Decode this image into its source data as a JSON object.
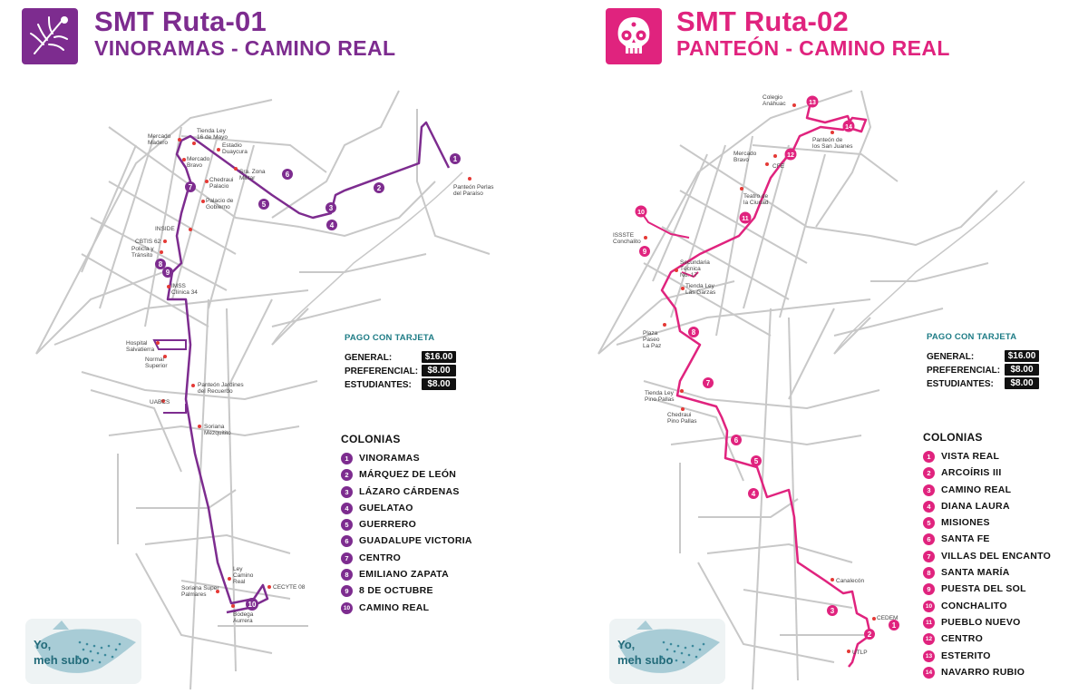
{
  "colors": {
    "route1": "#7d2c8f",
    "route2": "#e0237e",
    "stop_dot": "#e53935",
    "fare_heading": "#1e7c86",
    "streets": "#c8c8c8"
  },
  "routes": [
    {
      "title": "SMT Ruta-01",
      "subtitle": "VINORAMAS - CAMINO REAL",
      "icon": "agave-leaf-icon",
      "fare": {
        "heading": "PAGO CON TARJETA",
        "rows": [
          {
            "label": "GENERAL:",
            "price": "$16.00"
          },
          {
            "label": "PREFERENCIAL:",
            "price": "$8.00"
          },
          {
            "label": "ESTUDIANTES:",
            "price": "$8.00"
          }
        ]
      },
      "colonias_title": "COLONIAS",
      "colonias": [
        {
          "n": "1",
          "name": "VINORAMAS"
        },
        {
          "n": "2",
          "name": "MÁRQUEZ DE LEÓN"
        },
        {
          "n": "3",
          "name": "LÁZARO CÁRDENAS"
        },
        {
          "n": "4",
          "name": "GUELATAO"
        },
        {
          "n": "5",
          "name": "GUERRERO"
        },
        {
          "n": "6",
          "name": "GUADALUPE VICTORIA"
        },
        {
          "n": "7",
          "name": "CENTRO"
        },
        {
          "n": "8",
          "name": "EMILIANO ZAPATA"
        },
        {
          "n": "9",
          "name": "8 DE OCTUBRE"
        },
        {
          "n": "10",
          "name": "CAMINO REAL"
        }
      ],
      "stops": [
        "Mercado\nMadero",
        "Tienda Ley\n16 de Mayo",
        "Estadio\nDuaycura",
        "Mercado\nBravo",
        "Sra. Zona\nMilitar",
        "Chedraui\nPalacio",
        "Palacio de\nGobierno",
        "INSIDE",
        "CBTIS 62",
        "Policía y\nTránsito",
        "IMSS\nClínica 34",
        "Hospital\nSalvatierra",
        "Normal\nSuperior",
        "Panteón Jardines\ndel Recuerdo",
        "UABCS",
        "Soriana\nMezquitito",
        "Ley\nCamino\nReal",
        "Soriana Super\nPalmares",
        "CECYTE 08",
        "Bodega\nAurrera",
        "Panteón Perlas\ndel Paraíso"
      ]
    },
    {
      "title": "SMT Ruta-02",
      "subtitle": "PANTEÓN - CAMINO REAL",
      "icon": "sugar-skull-icon",
      "fare": {
        "heading": "PAGO CON TARJETA",
        "rows": [
          {
            "label": "GENERAL:",
            "price": "$16.00"
          },
          {
            "label": "PREFERENCIAL:",
            "price": "$8.00"
          },
          {
            "label": "ESTUDIANTES:",
            "price": "$8.00"
          }
        ]
      },
      "colonias_title": "COLONIAS",
      "colonias": [
        {
          "n": "1",
          "name": "VISTA REAL"
        },
        {
          "n": "2",
          "name": "ARCOÍRIS III"
        },
        {
          "n": "3",
          "name": "CAMINO REAL"
        },
        {
          "n": "4",
          "name": "DIANA LAURA"
        },
        {
          "n": "5",
          "name": "MISIONES"
        },
        {
          "n": "6",
          "name": "SANTA FE"
        },
        {
          "n": "7",
          "name": "VILLAS DEL ENCANTO"
        },
        {
          "n": "8",
          "name": "SANTA MARÍA"
        },
        {
          "n": "9",
          "name": "PUESTA DEL SOL"
        },
        {
          "n": "10",
          "name": "CONCHALITO"
        },
        {
          "n": "11",
          "name": "PUEBLO NUEVO"
        },
        {
          "n": "12",
          "name": "CENTRO"
        },
        {
          "n": "13",
          "name": "ESTERITO"
        },
        {
          "n": "14",
          "name": "NAVARRO RUBIO"
        }
      ],
      "stops": [
        "Colegio\nAnáhuac",
        "Panteón de\nlos San Juanes",
        "Mercado\nBravo",
        "CFE",
        "Teatro de\nla Ciudad",
        "ISSSTE\nConchalito",
        "Secundaria\nTécnica\nNo. 17",
        "Tienda Ley\nLas Garzas",
        "Plaza\nPaseo\nLa Paz",
        "Tienda Ley\nPino Pallas",
        "Chedraui\nPino Pallas",
        "Canalecón",
        "CEDEM",
        "UTLP"
      ]
    }
  ],
  "logo_text": "Yo,\nmeh subo"
}
